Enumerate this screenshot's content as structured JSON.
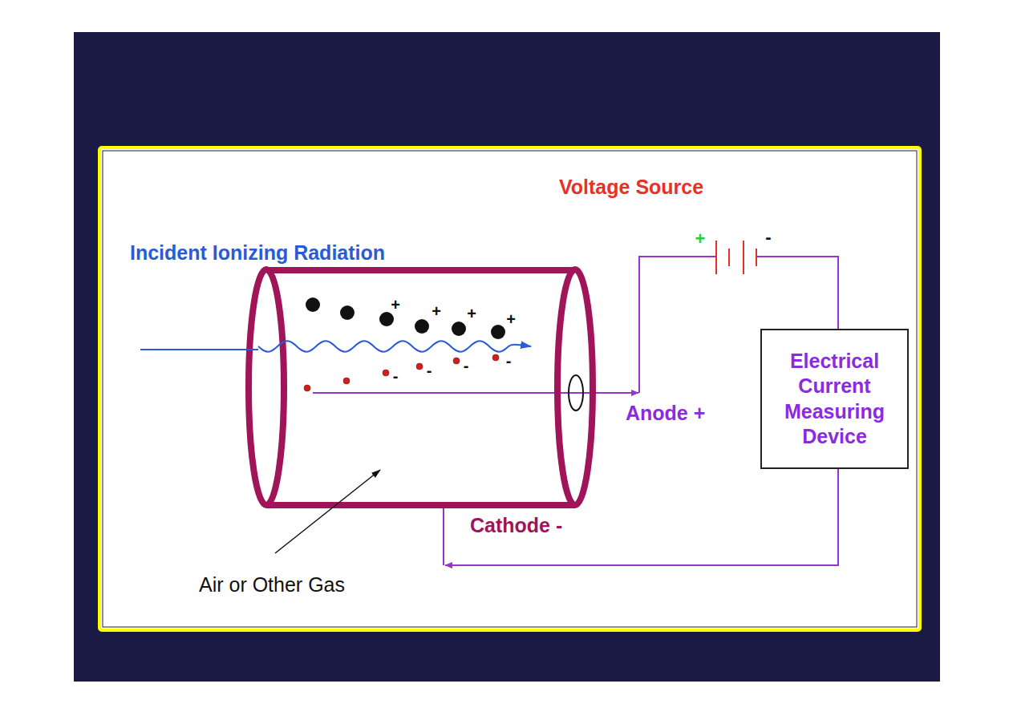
{
  "diagram": {
    "nodes": [
      {
        "text": [
          "Electrical Current Measuring Device"
        ]
      }
    ],
    "labels": [
      "Voltage Source",
      "+",
      "-",
      "Incident Ionizing Radiation",
      "+",
      "+",
      "+",
      "+",
      "-",
      "-",
      "-",
      "-",
      "Anode +",
      "Cathode -",
      "Air or Other Gas"
    ]
  }
}
